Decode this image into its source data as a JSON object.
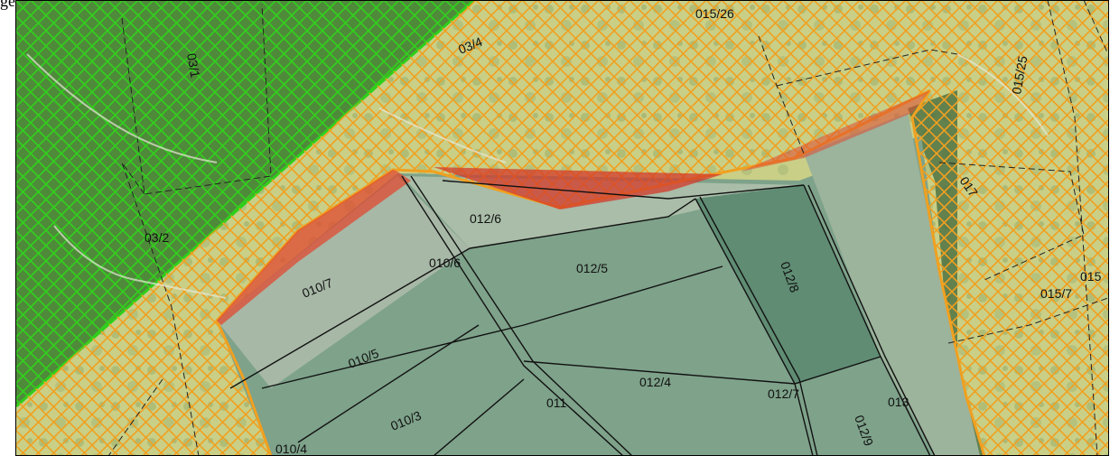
{
  "figure": {
    "cropped_heading_text": "ge"
  },
  "colors": {
    "forest_green": "#4f8a3a",
    "field_green": "#6f9a6a",
    "meadow": "#c9cf86",
    "pale_field": "#a9bda8",
    "orange_hatch": "#f0a020",
    "green_hatch": "#31d11c",
    "red_zone": "#e04a30",
    "parcel_line": "#111111",
    "track_line": "#e8e8d8"
  },
  "labels": {
    "p03_1": "03/1",
    "p03_2": "03/2",
    "p03_4": "03/4",
    "p015_26": "015/26",
    "p015_25": "015/25",
    "p017": "017",
    "p015": "015",
    "p015_7": "015/7",
    "p012_6": "012/6",
    "p010_7": "010/7",
    "p010_6": "010/6",
    "p012_5": "012/5",
    "p012_8": "012/8",
    "p010_5": "010/5",
    "p012_4": "012/4",
    "p012_7": "012/7",
    "p013": "013",
    "p010_3": "010/3",
    "p011": "011",
    "p012_9": "012/9",
    "p010_4": "010/4"
  }
}
